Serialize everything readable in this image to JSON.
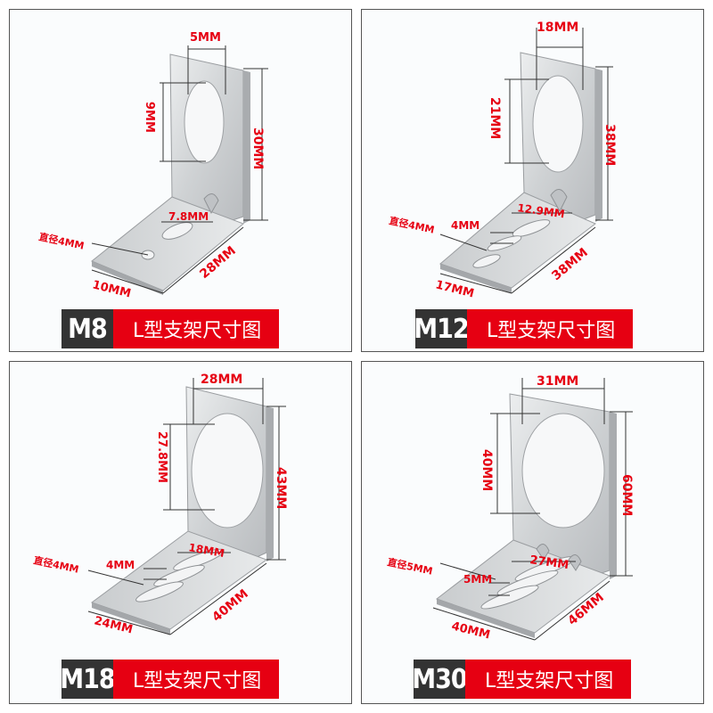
{
  "panels": [
    {
      "model": "M8",
      "title": "L型支架尺寸图",
      "dims": {
        "hole_width": "5MM",
        "hole_height": "9MM",
        "height": "30MM",
        "slot": "7.8MM",
        "diameter": "直径4MM",
        "width": "10MM",
        "depth": "28MM"
      }
    },
    {
      "model": "M12",
      "title": "L型支架尺寸图",
      "dims": {
        "hole_width": "18MM",
        "hole_height": "21MM",
        "height": "38MM",
        "slot": "12.9MM",
        "slot_width": "4MM",
        "diameter": "直径4MM",
        "width": "17MM",
        "depth": "38MM"
      }
    },
    {
      "model": "M18",
      "title": "L型支架尺寸图",
      "dims": {
        "hole_width": "28MM",
        "hole_height": "27.8MM",
        "height": "43MM",
        "slot": "18MM",
        "slot_width": "4MM",
        "diameter": "直径4MM",
        "width": "24MM",
        "depth": "40MM"
      }
    },
    {
      "model": "M30",
      "title": "L型支架尺寸图",
      "dims": {
        "hole_width": "31MM",
        "hole_height": "40MM",
        "height": "60MM",
        "slot": "27MM",
        "slot_width": "5MM",
        "diameter": "直径5MM",
        "width": "40MM",
        "depth": "46MM"
      }
    }
  ],
  "colors": {
    "accent_red": "#e60012",
    "model_bg": "#333333",
    "metal": "#d4d6d8",
    "border": "#555555"
  }
}
